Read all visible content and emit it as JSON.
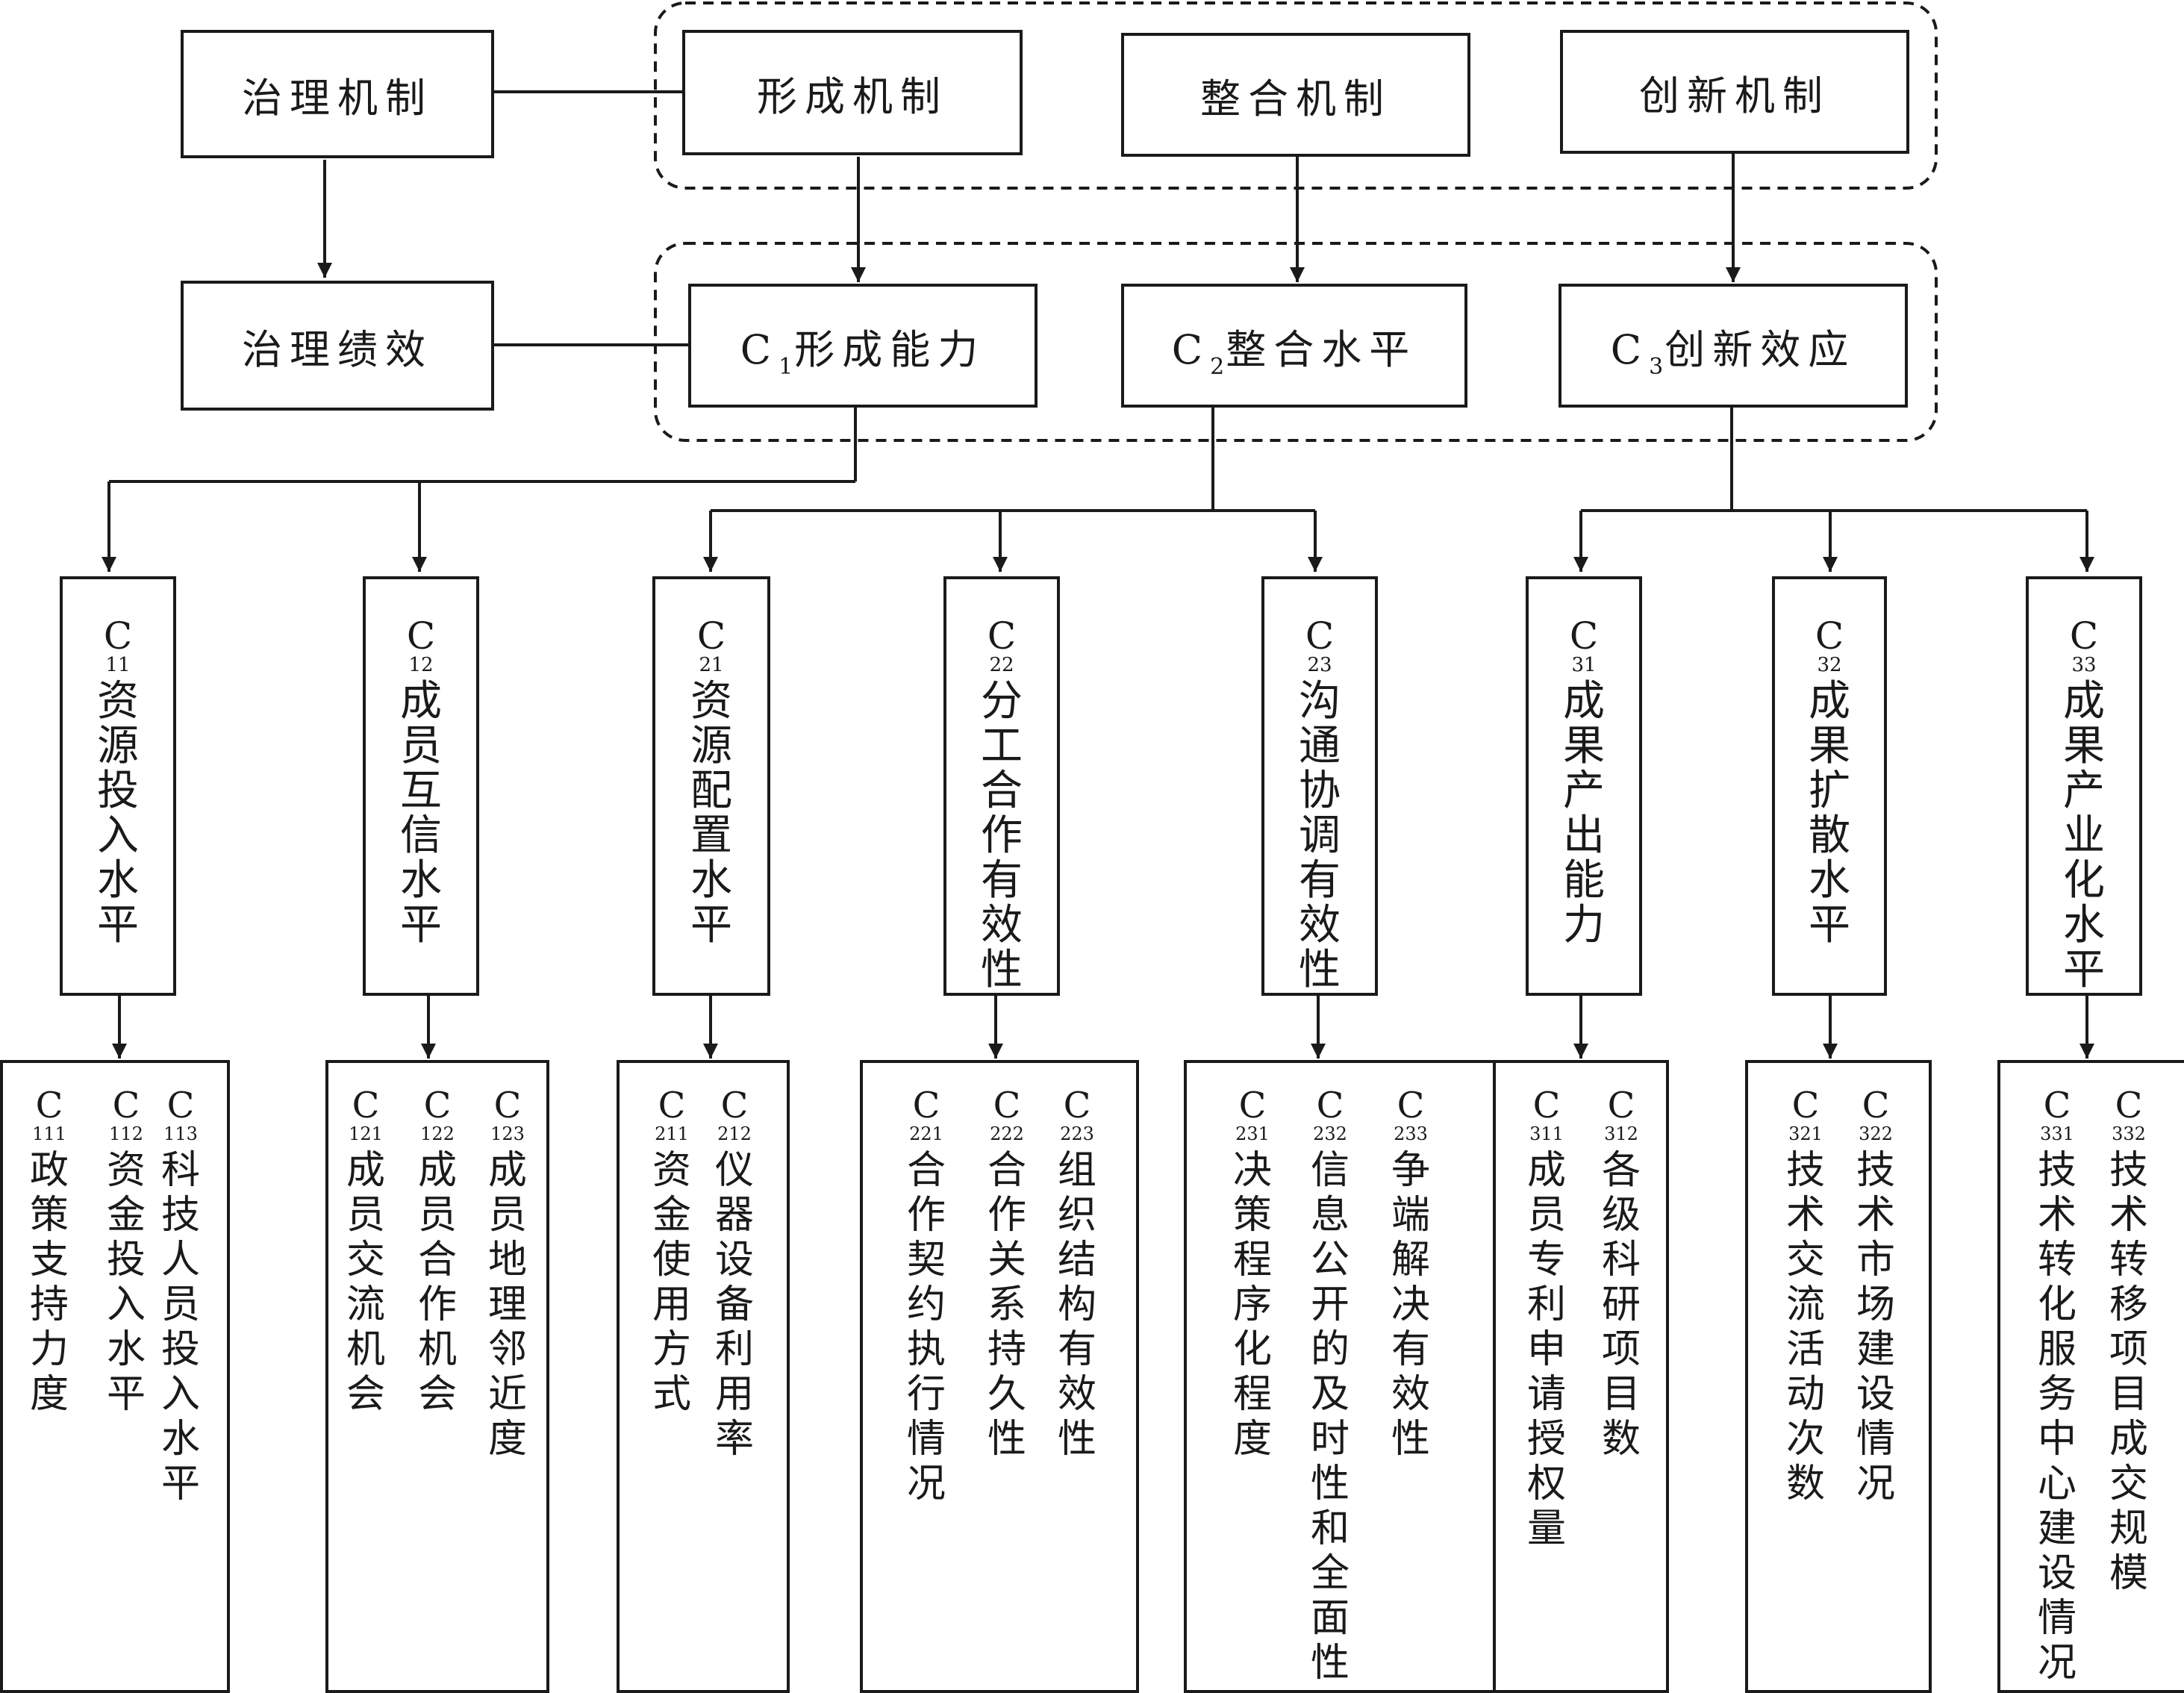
{
  "top_row": {
    "governance_mechanism": "治理机制",
    "formation_mechanism": "形成机制",
    "integration_mechanism": "整合机制",
    "innovation_mechanism": "创新机制"
  },
  "second_row": {
    "governance_performance": "治理绩效",
    "c1": {
      "letter": "C",
      "sub": "1",
      "text": "形成能力"
    },
    "c2": {
      "letter": "C",
      "sub": "2",
      "text": "整合水平"
    },
    "c3": {
      "letter": "C",
      "sub": "3",
      "text": "创新效应"
    }
  },
  "level2": [
    {
      "key": "c11",
      "sub": "11",
      "text": "资源投入水平"
    },
    {
      "key": "c12",
      "sub": "12",
      "text": "成员互信水平"
    },
    {
      "key": "c21",
      "sub": "21",
      "text": "资源配置水平"
    },
    {
      "key": "c22",
      "sub": "22",
      "text": "分工合作有效性"
    },
    {
      "key": "c23",
      "sub": "23",
      "text": "沟通协调有效性"
    },
    {
      "key": "c31",
      "sub": "31",
      "text": "成果产出能力"
    },
    {
      "key": "c32",
      "sub": "32",
      "text": "成果扩散水平"
    },
    {
      "key": "c33",
      "sub": "33",
      "text": "成果产业化水平"
    }
  ],
  "level3": [
    {
      "key": "g11",
      "items": [
        {
          "sub": "111",
          "text": "政策支持力度"
        },
        {
          "sub": "112",
          "text": "资金投入水平"
        },
        {
          "sub": "113",
          "text": "科技人员投入水平"
        }
      ]
    },
    {
      "key": "g12",
      "items": [
        {
          "sub": "121",
          "text": "成员交流机会"
        },
        {
          "sub": "122",
          "text": "成员合作机会"
        },
        {
          "sub": "123",
          "text": "成员地理邻近度"
        }
      ]
    },
    {
      "key": "g21",
      "items": [
        {
          "sub": "211",
          "text": "资金使用方式"
        },
        {
          "sub": "212",
          "text": "仪器设备利用率"
        }
      ]
    },
    {
      "key": "g22",
      "items": [
        {
          "sub": "221",
          "text": "合作契约执行情况"
        },
        {
          "sub": "222",
          "text": "合作关系持久性"
        },
        {
          "sub": "223",
          "text": "组织结构有效性"
        }
      ]
    },
    {
      "key": "g23",
      "items": [
        {
          "sub": "231",
          "text": "决策程序化程度"
        },
        {
          "sub": "232",
          "text": "信息公开的及时性和全面性"
        },
        {
          "sub": "233",
          "text": "争端解决有效性"
        }
      ]
    },
    {
      "key": "g31",
      "items": [
        {
          "sub": "311",
          "text": "成员专利申请授权量"
        },
        {
          "sub": "312",
          "text": "各级科研项目数"
        }
      ]
    },
    {
      "key": "g32",
      "items": [
        {
          "sub": "321",
          "text": "技术交流活动次数"
        },
        {
          "sub": "322",
          "text": "技术市场建设情况"
        }
      ]
    },
    {
      "key": "g33",
      "items": [
        {
          "sub": "331",
          "text": "技术转化服务中心建设情况"
        },
        {
          "sub": "332",
          "text": "技术转移项目成交规模"
        }
      ]
    }
  ],
  "colors": {
    "line": "#1a1a1a",
    "background": "#ffffff"
  }
}
